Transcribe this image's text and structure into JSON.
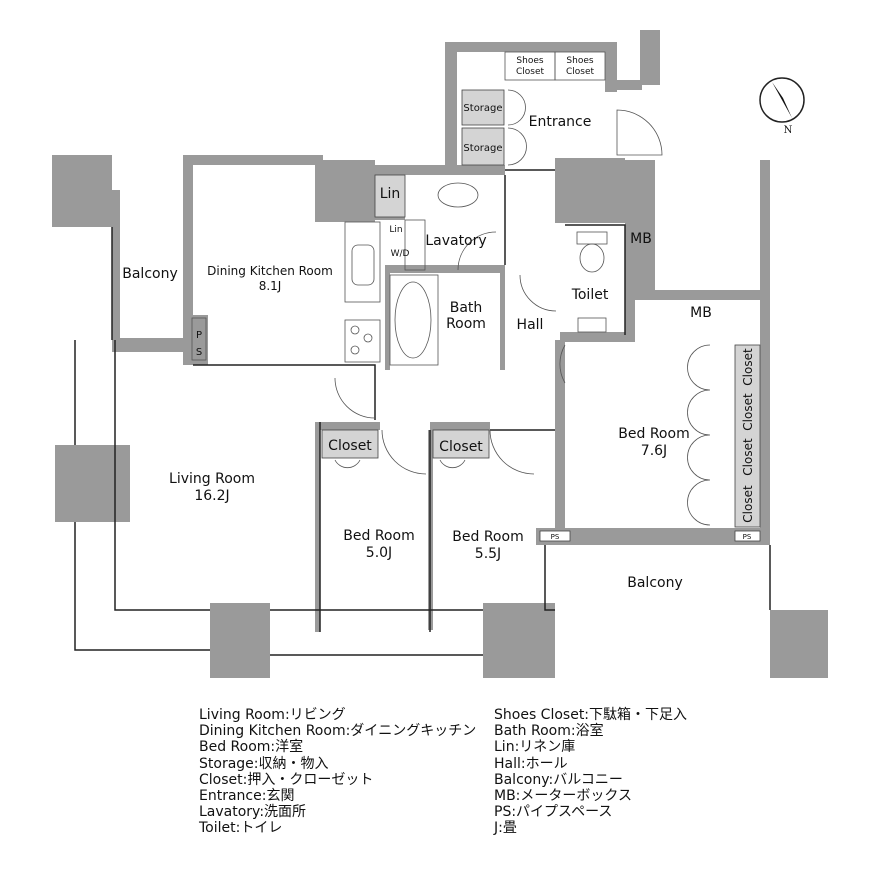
{
  "rooms": {
    "shoes_closet_1": [
      "Shoes",
      "Closet"
    ],
    "shoes_closet_2": [
      "Shoes",
      "Closet"
    ],
    "storage_1": "Storage",
    "storage_2": "Storage",
    "entrance": "Entrance",
    "lin_1": "Lin",
    "lin_2": "Lin",
    "wd": "W/D",
    "lavatory": "Lavatory",
    "bath": [
      "Bath",
      "Room"
    ],
    "dining_kitchen": {
      "name": "Dining Kitchen Room",
      "size": "8.1J"
    },
    "balcony_left": "Balcony",
    "ps_left": [
      "P",
      "S"
    ],
    "mb_1": "MB",
    "mb_2": "MB",
    "toilet": "Toilet",
    "hall": "Hall",
    "living": {
      "name": "Living Room",
      "size": "16.2J"
    },
    "closet_a": "Closet",
    "closet_b": "Closet",
    "bed_1": {
      "name": "Bed Room",
      "size": "5.0J"
    },
    "bed_2": {
      "name": "Bed Room",
      "size": "5.5J"
    },
    "bed_3": {
      "name": "Bed Room",
      "size": "7.6J"
    },
    "closets_right": [
      "Closet",
      "Closet",
      "Closet",
      "Closet"
    ],
    "ps_1": "PS",
    "ps_2": "PS",
    "balcony_right": "Balcony"
  },
  "compass": {
    "label": "N"
  },
  "legend": {
    "left": [
      "Living Room:リビング",
      "Dining Kitchen Room:ダイニングキッチン",
      "Bed Room:洋室",
      "Storage:収納・物入",
      "Closet:押入・クローゼット",
      "Entrance:玄関",
      "Lavatory:洗面所",
      "Toilet:トイレ"
    ],
    "right": [
      "Shoes Closet:下駄箱・下足入",
      "Bath Room:浴室",
      "Lin:リネン庫",
      "Hall:ホール",
      "Balcony:バルコニー",
      "MB:メーターボックス",
      "PS:パイプスペース",
      "J:畳"
    ]
  },
  "colors": {
    "wall": "#9a9a9a",
    "storage": "#d4d4d4"
  }
}
